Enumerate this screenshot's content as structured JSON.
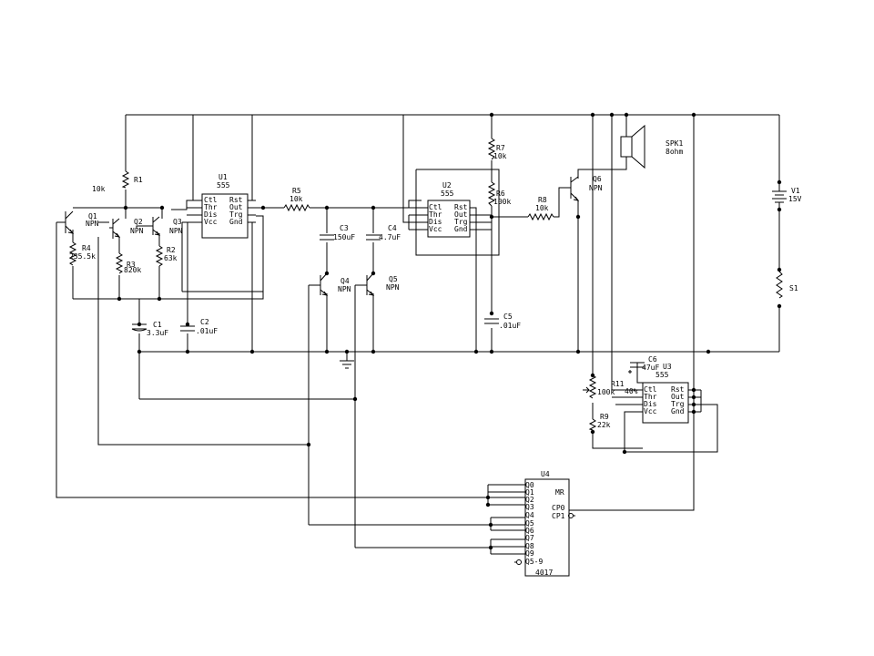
{
  "components": {
    "U1": {
      "ref": "U1",
      "part": "555",
      "pins_left": [
        "Ctl",
        "Thr",
        "Dis",
        "Vcc"
      ],
      "pins_right": [
        "Rst",
        "Out",
        "Trg",
        "Gnd"
      ]
    },
    "U2": {
      "ref": "U2",
      "part": "555",
      "pins_left": [
        "Ctl",
        "Thr",
        "Dis",
        "Vcc"
      ],
      "pins_right": [
        "Rst",
        "Out",
        "Trg",
        "Gnd"
      ]
    },
    "U3": {
      "ref": "U3",
      "part": "555",
      "pins_left": [
        "Ctl",
        "Thr",
        "Dis",
        "Vcc"
      ],
      "pins_right": [
        "Rst",
        "Out",
        "Trg",
        "Gnd"
      ]
    },
    "U4": {
      "ref": "U4",
      "part": "4017",
      "pins_left": [
        "Q0",
        "Q1",
        "Q2",
        "Q3",
        "Q4",
        "Q5",
        "Q6",
        "Q7",
        "Q8",
        "Q9",
        "Q5-9"
      ],
      "pins_right": [
        "MR",
        "CP0",
        "CP1"
      ]
    },
    "Q1": {
      "ref": "Q1",
      "type": "NPN"
    },
    "Q2": {
      "ref": "Q2",
      "type": "NPN"
    },
    "Q3": {
      "ref": "Q3",
      "type": "NPN"
    },
    "Q4": {
      "ref": "Q4",
      "type": "NPN"
    },
    "Q5": {
      "ref": "Q5",
      "type": "NPN"
    },
    "Q6": {
      "ref": "Q6",
      "type": "NPN"
    },
    "R1": {
      "ref": "R1",
      "value": "10k"
    },
    "R2": {
      "ref": "R2",
      "value": "63k"
    },
    "R3": {
      "ref": "R3",
      "value": "820k"
    },
    "R4": {
      "ref": "R4",
      "value": "235.5k"
    },
    "R5": {
      "ref": "R5",
      "value": "10k"
    },
    "R6": {
      "ref": "R6",
      "value": "100k"
    },
    "R7": {
      "ref": "R7",
      "value": "10k"
    },
    "R8": {
      "ref": "R8",
      "value": "10k"
    },
    "R9": {
      "ref": "R9",
      "value": "22k"
    },
    "R11": {
      "ref": "R11",
      "value": "100k",
      "extra": "40%"
    },
    "C1": {
      "ref": "C1",
      "value": "3.3uF"
    },
    "C2": {
      "ref": "C2",
      "value": ".01uF"
    },
    "C3": {
      "ref": "C3",
      "value": "150uF"
    },
    "C4": {
      "ref": "C4",
      "value": "4.7uF"
    },
    "C5": {
      "ref": "C5",
      "value": ".01uF"
    },
    "C6": {
      "ref": "C6",
      "value": "47uF"
    },
    "V1": {
      "ref": "V1",
      "value": "15V"
    },
    "S1": {
      "ref": "S1"
    },
    "SPK1": {
      "ref": "SPK1",
      "value": "8ohm"
    }
  }
}
